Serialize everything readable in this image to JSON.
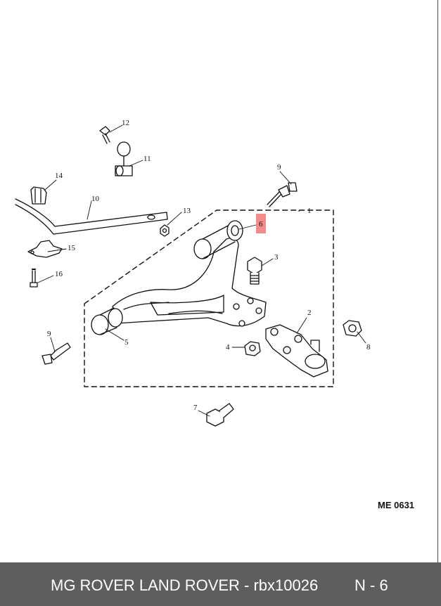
{
  "callouts": [
    {
      "label": "1"
    },
    {
      "label": "2"
    },
    {
      "label": "3"
    },
    {
      "label": "4"
    },
    {
      "label": "5"
    },
    {
      "label": "6",
      "highlight": true
    },
    {
      "label": "7"
    },
    {
      "label": "8"
    },
    {
      "label": "9"
    },
    {
      "label": "9"
    },
    {
      "label": "10"
    },
    {
      "label": "11"
    },
    {
      "label": "12"
    },
    {
      "label": "13"
    },
    {
      "label": "14"
    },
    {
      "label": "15"
    },
    {
      "label": "16"
    }
  ],
  "reference_code": "ME 0631",
  "footer": {
    "title": "MG ROVER LAND ROVER - rbx10026",
    "page": "N - 6"
  },
  "colors": {
    "highlight": "#f28b8b",
    "footer_bg": "#5e5e5e",
    "footer_text": "#ffffff"
  }
}
